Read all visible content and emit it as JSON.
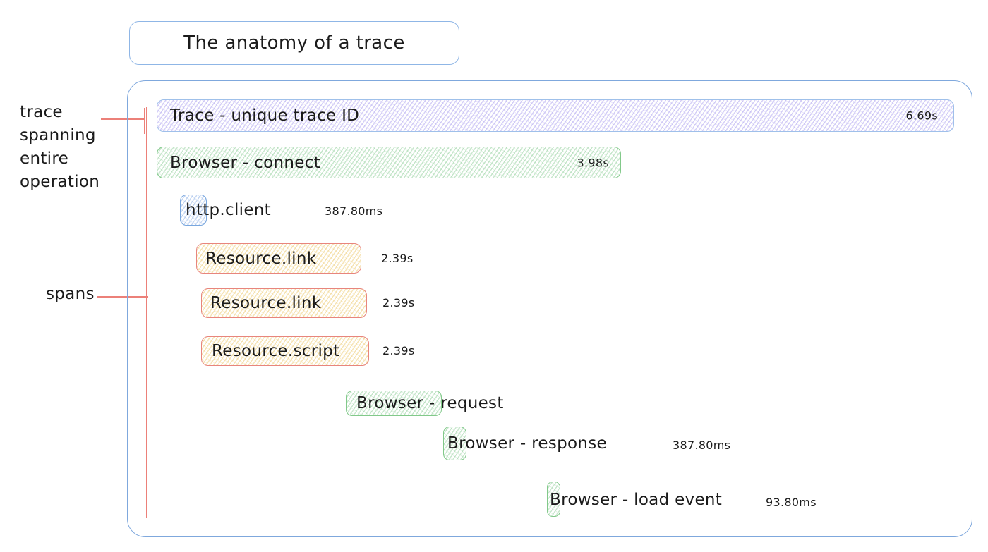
{
  "title": "The anatomy of a trace",
  "annotations": {
    "trace": {
      "lines": [
        "trace",
        "spanning",
        "entire",
        "operation"
      ]
    },
    "spans_label": "spans"
  },
  "spans": [
    {
      "name": "trace",
      "label": "Trace - unique trace ID",
      "duration": "6.69s"
    },
    {
      "name": "browser-connect",
      "label": "Browser - connect",
      "duration": "3.98s"
    },
    {
      "name": "http-client",
      "label": "http.client",
      "duration": "387.80ms"
    },
    {
      "name": "resource-link-1",
      "label": "Resource.link",
      "duration": "2.39s"
    },
    {
      "name": "resource-link-2",
      "label": "Resource.link",
      "duration": "2.39s"
    },
    {
      "name": "resource-script",
      "label": "Resource.script",
      "duration": "2.39s"
    },
    {
      "name": "browser-request",
      "label": "Browser - request",
      "duration": ""
    },
    {
      "name": "browser-response",
      "label": "Browser - response",
      "duration": "387.80ms"
    },
    {
      "name": "browser-load-event",
      "label": "Browser - load event",
      "duration": "93.80ms"
    }
  ],
  "colors": {
    "trace_fill": "#b2a8f0",
    "trace_border": "#9fc0ea",
    "green_fill": "#8ccd96",
    "green_border": "#82c98a",
    "blue_fill": "#8cafe6",
    "blue_border": "#79a7de",
    "yellow_fill": "#eecd78",
    "yellow_border": "#e8857d",
    "frame_border": "#7fa8dd",
    "annotation_red": "#ec8079",
    "text": "#1b1b1b"
  }
}
